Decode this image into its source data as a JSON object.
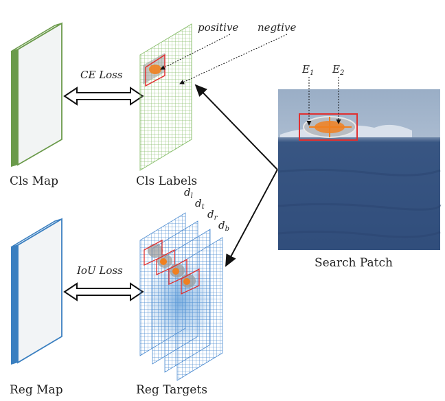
{
  "labels": {
    "cls_map": "Cls Map",
    "cls_labels": "Cls Labels",
    "reg_map": "Reg Map",
    "reg_targets": "Reg Targets",
    "search_patch": "Search Patch",
    "ce_loss": "CE Loss",
    "iou_loss": "IoU Loss",
    "positive": "positive",
    "negtive": "negtive",
    "e": "E",
    "e1_sub": "1",
    "e2_sub": "2",
    "d": "d",
    "dl_sub": "l",
    "dt_sub": "t",
    "dr_sub": "r",
    "db_sub": "b"
  },
  "colors": {
    "cls_map_border": "#6a9a4a",
    "cls_grid": "#8cc070",
    "reg_map_border": "#3a7fc0",
    "reg_grid": "#4a8ad0",
    "box_red": "#e03030",
    "orange": "#f08020",
    "sea": "#3a5a8a"
  }
}
